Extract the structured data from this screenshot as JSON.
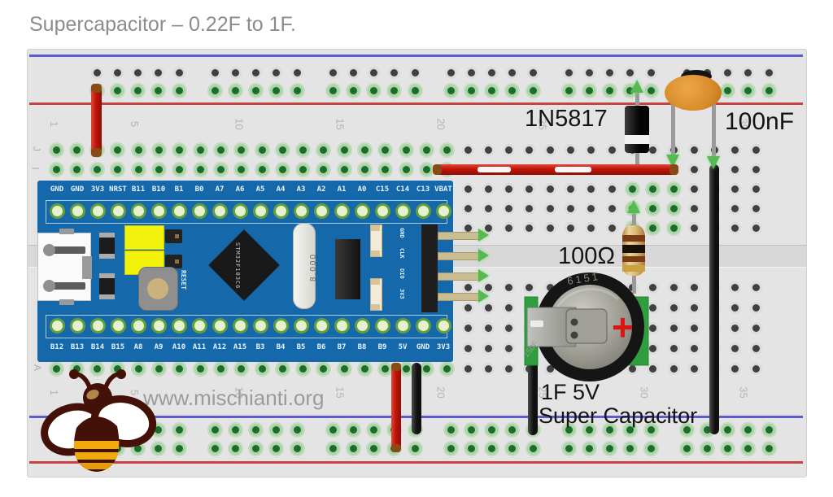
{
  "title": "Supercapacitor – 0.22F to 1F.",
  "watermark": "www.mischianti.org",
  "annotations": {
    "diode_label": "1N5817",
    "cap_label": "100nF",
    "resistor_label": "100Ω",
    "supercap_label_line1": "1F 5V",
    "supercap_label_line2": "Super Capacitor"
  },
  "board": {
    "chip": "STM32F103C6",
    "crystal": "8.000",
    "reset_label": "RESET",
    "top_pins": [
      "GND",
      "GND",
      "3V3",
      "NRST",
      "B11",
      "B10",
      "B1",
      "B0",
      "A7",
      "A6",
      "A5",
      "A4",
      "A3",
      "A2",
      "A1",
      "A0",
      "C15",
      "C14",
      "C13",
      "VBAT"
    ],
    "bottom_pins": [
      "B12",
      "B13",
      "B14",
      "B15",
      "A8",
      "A9",
      "A10",
      "A11",
      "A12",
      "A15",
      "B3",
      "B4",
      "B5",
      "B6",
      "B7",
      "B8",
      "B9",
      "5V",
      "GND",
      "3V3"
    ],
    "swd_pins": [
      "GND",
      "CLK",
      "DIO",
      "3V3"
    ]
  },
  "breadboard": {
    "column_labels": [
      "1",
      "5",
      "10",
      "15",
      "20",
      "25",
      "30",
      "35"
    ],
    "row_letters_top": [
      "J",
      "I"
    ],
    "row_letter_bottom": "A"
  },
  "supercap": {
    "top_marking": "6151",
    "side_marking": "150F",
    "plus": "+"
  },
  "colors": {
    "board_blue": "#1568a9",
    "wire_red": "#c01507",
    "wire_black": "#101010",
    "rail_red_line": "#cc4141",
    "rail_blue_line": "#5c5ccd",
    "hole_green": "#1d6b2d",
    "pad_green": "#2f9e3f",
    "cap_orange": "#d88c2b",
    "label_black": "#141414",
    "title_gray": "#8c8c8c"
  }
}
